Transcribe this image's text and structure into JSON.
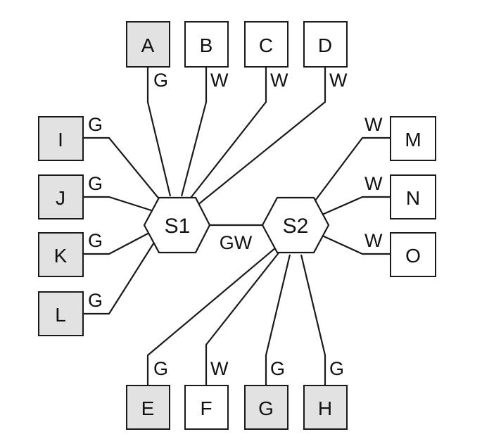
{
  "switches": {
    "s1": {
      "label": "S1"
    },
    "s2": {
      "label": "S2"
    }
  },
  "trunk_label": "GW",
  "nodes": {
    "A": {
      "label": "A",
      "link_label": "G",
      "shaded": true
    },
    "B": {
      "label": "B",
      "link_label": "W",
      "shaded": false
    },
    "C": {
      "label": "C",
      "link_label": "W",
      "shaded": false
    },
    "D": {
      "label": "D",
      "link_label": "W",
      "shaded": false
    },
    "I": {
      "label": "I",
      "link_label": "G",
      "shaded": true
    },
    "J": {
      "label": "J",
      "link_label": "G",
      "shaded": true
    },
    "K": {
      "label": "K",
      "link_label": "G",
      "shaded": true
    },
    "L": {
      "label": "L",
      "link_label": "G",
      "shaded": true
    },
    "M": {
      "label": "M",
      "link_label": "W",
      "shaded": false
    },
    "N": {
      "label": "N",
      "link_label": "W",
      "shaded": false
    },
    "O": {
      "label": "O",
      "link_label": "W",
      "shaded": false
    },
    "E": {
      "label": "E",
      "link_label": "G",
      "shaded": true
    },
    "F": {
      "label": "F",
      "link_label": "W",
      "shaded": false
    },
    "G": {
      "label": "G",
      "link_label": "G",
      "shaded": true
    },
    "H": {
      "label": "H",
      "link_label": "G",
      "shaded": true
    }
  },
  "colors": {
    "shaded_fill": "#e2e2e2",
    "plain_fill": "#ffffff",
    "stroke": "#1a1a1a"
  }
}
